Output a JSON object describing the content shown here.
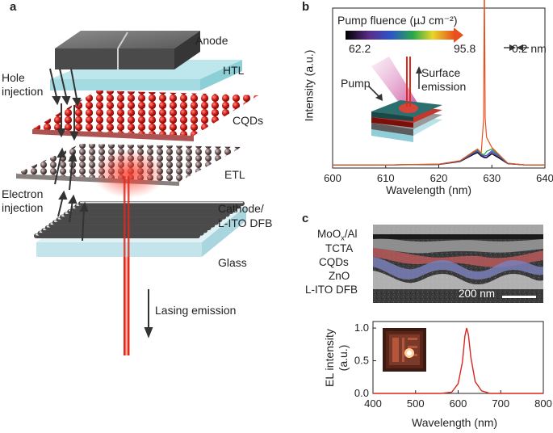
{
  "panels": {
    "a": "a",
    "b": "b",
    "c": "c"
  },
  "device_stack": {
    "layers": {
      "anode": "Anode",
      "htl": "HTL",
      "cqds": "CQDs",
      "etl": "ETL",
      "cathode_line1": "Cathode/",
      "cathode_line2": "L-ITO DFB",
      "glass": "Glass"
    },
    "annotations": {
      "hole_injection_line1": "Hole",
      "hole_injection_line2": "injection",
      "electron_injection_line1": "Electron",
      "electron_injection_line2": "injection",
      "lasing_emission": "Lasing emission"
    }
  },
  "sem_image": {
    "layers": {
      "moo_al": "MoOx/Al",
      "tcta": "TCTA",
      "cqds": "CQDs",
      "zno": "ZnO",
      "litodfb": "L-ITO DFB"
    },
    "scale_bar": "200 nm"
  },
  "chart_data": [
    {
      "type": "line",
      "xlabel": "Wavelength (nm)",
      "ylabel": "Intensity (a.u.)",
      "xlim": [
        600,
        640
      ],
      "xticks": [
        600,
        610,
        620,
        630,
        640
      ],
      "legend": {
        "title": "Pump fluence (µJ cm⁻²)",
        "min_label": "62.2",
        "max_label": "95.8",
        "colorbar": [
          "#000000",
          "#5b2d8c",
          "#2b55c8",
          "#2aa84a",
          "#e7d62a",
          "#e8501e"
        ]
      },
      "annotations": {
        "linewidth": "0.2 nm",
        "pump": "Pump",
        "surface_line1": "Surface",
        "surface_line2": "emission"
      },
      "series": [
        {
          "color": "#000000",
          "x": [
            600,
            610,
            620,
            624,
            626.5,
            627.3,
            628.0,
            628.6,
            629.0,
            630.0,
            631.0,
            633,
            636,
            640
          ],
          "y": [
            0.003,
            0.004,
            0.007,
            0.025,
            0.07,
            0.082,
            0.06,
            0.05,
            0.05,
            0.075,
            0.055,
            0.012,
            0.005,
            0.003
          ]
        },
        {
          "color": "#5b2d8c",
          "x": [
            600,
            610,
            620,
            624,
            626.5,
            627.3,
            628.0,
            628.6,
            629.0,
            630.0,
            631.0,
            633,
            636,
            640
          ],
          "y": [
            0.003,
            0.004,
            0.008,
            0.027,
            0.075,
            0.088,
            0.065,
            0.055,
            0.055,
            0.085,
            0.062,
            0.013,
            0.005,
            0.003
          ]
        },
        {
          "color": "#2b55c8",
          "x": [
            600,
            610,
            620,
            624,
            626.5,
            627.3,
            628.0,
            628.6,
            629.0,
            630.0,
            631.0,
            633,
            636,
            640
          ],
          "y": [
            0.003,
            0.004,
            0.008,
            0.029,
            0.08,
            0.095,
            0.07,
            0.062,
            0.065,
            0.095,
            0.07,
            0.014,
            0.005,
            0.003
          ]
        },
        {
          "color": "#2aa84a",
          "x": [
            600,
            610,
            620,
            624,
            626.5,
            627.3,
            628.0,
            628.6,
            629.0,
            630.0,
            631.0,
            633,
            636,
            640
          ],
          "y": [
            0.003,
            0.004,
            0.009,
            0.03,
            0.085,
            0.1,
            0.075,
            0.07,
            0.09,
            0.105,
            0.077,
            0.015,
            0.005,
            0.003
          ]
        },
        {
          "color": "#e8501e",
          "x": [
            600,
            610,
            620,
            624,
            626.5,
            627.3,
            628.0,
            628.45,
            628.6,
            628.75,
            629.0,
            630.0,
            631.0,
            633,
            636,
            640
          ],
          "y": [
            0.003,
            0.004,
            0.009,
            0.031,
            0.088,
            0.105,
            0.08,
            0.3,
            1.2,
            0.3,
            0.18,
            0.115,
            0.082,
            0.015,
            0.005,
            0.003
          ]
        }
      ]
    },
    {
      "type": "line",
      "xlabel": "Wavelength (nm)",
      "ylabel": "EL intensity (a.u.)",
      "xlim": [
        400,
        800
      ],
      "ylim": [
        0,
        1.1
      ],
      "xticks": [
        400,
        500,
        600,
        700,
        800
      ],
      "yticks": [
        "0.0",
        "0.5",
        "1.0"
      ],
      "series": [
        {
          "color": "#d7261e",
          "x": [
            400,
            560,
            585,
            600,
            610,
            616,
            620,
            624,
            630,
            640,
            655,
            675,
            800
          ],
          "y": [
            0,
            0,
            0.02,
            0.15,
            0.48,
            0.88,
            1.0,
            0.9,
            0.55,
            0.18,
            0.04,
            0,
            0
          ]
        }
      ]
    }
  ]
}
